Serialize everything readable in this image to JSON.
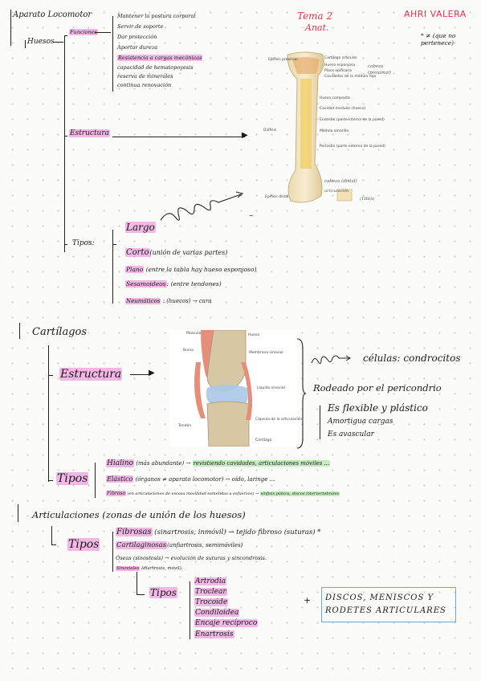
{
  "header": {
    "section_title": "Aparato Locomotor",
    "topic_line1": "Tema 2",
    "topic_line2": "Anat.",
    "author": "AHRI VALERA",
    "note": "≠ (que no pertenece)",
    "note_mark": "*"
  },
  "huesos": {
    "label": "Huesos",
    "funciones_label": "Funciones",
    "funciones": [
      "Mantener la postura corporal",
      "Servir de soporte",
      "Dar protección",
      "Aportar dureza",
      "Resistencia a cargas mecánicas",
      "capacidad de hematopoyesis",
      "reserva de minerales",
      "continua renovación"
    ],
    "estructura_label": "Estructura",
    "tipos_label": "Tipos:",
    "tipos": [
      {
        "name": "Largo",
        "detail": ""
      },
      {
        "name": "Corto",
        "detail": "(unión de varias partes)"
      },
      {
        "name": "Plano",
        "detail": "(entre la tabla hay hueso esponjoso)"
      },
      {
        "name": "Sesamoideos",
        "detail": ": (entre tendones)"
      },
      {
        "name": "Neumáticos",
        "detail": ": (huecos) → cara"
      }
    ],
    "tilde_mark": "~",
    "bone_labels": {
      "epifisis_prox": "Epífisis proximal",
      "diafisis": "Diáfisis",
      "epifisis_dist": "Epífisis distal",
      "cartilago": "Cartílago articular",
      "hueso_esponjoso": "Hueso esponjoso",
      "placa": "Placa epifisaria",
      "cavidades": "Cavidades de la médula roja",
      "compacto": "Hueso compacto",
      "cavidad": "Cavidad medular (hueco)",
      "endostio": "Endostio (parte interna de la pared)",
      "medula_amarilla": "Médula amarilla",
      "periostio": "Periostio (parte externa de la pared)",
      "cabeza": "cabeza",
      "proximal": "(proximal)",
      "cabeza_dist": "cabeza (distal)",
      "tibia": "(TIBIA)",
      "articulacion": "articulación"
    }
  },
  "cartilagos": {
    "title": "Cartílagos",
    "estructura_label": "Estructura",
    "tipos_label": "Tipos",
    "celulas": "células: condrocitos",
    "rodeado": "Rodeado por el pericondrio",
    "props": [
      "Es flexible y plástico",
      "Amortigua cargas",
      "Es avascular"
    ],
    "knee_labels": {
      "musculo": "Músculo",
      "hueso": "Hueso",
      "bursa": "Bursa",
      "membrana": "Membrana sinovial",
      "liquido": "Líquido sinovial",
      "tendon": "Tendón",
      "capsula": "Cápsula de la articulación",
      "cartilago": "Cartílago"
    },
    "tipos": [
      {
        "name": "Hialino",
        "detail": "(más abundante) → ",
        "hl": "revistiendo cavidades, articulaciones móviles ..."
      },
      {
        "name": "Elástico",
        "detail": "(órganos ≠ aparato locomotor) → oído, laringe ...",
        "hl": ""
      },
      {
        "name": "Fibroso",
        "detail": "(en articulaciones de escasa movilidad sometidas a esfuerzos) → ",
        "hl": "sínfisis púbica, discos intervertebrales"
      }
    ]
  },
  "articulaciones": {
    "title": "Articulaciones (zonas de unión de los huesos)",
    "tipos_label": "Tipos",
    "tipos": [
      {
        "name": "Fibrosas",
        "detail": "(sinartrosis, inmóvil) → tejido fibroso (suturas) *"
      },
      {
        "name": "Cartilaginosas",
        "detail": "(anfiartrosis, semimóviles)"
      },
      {
        "name": "Óseas",
        "detail": "(sinostosis) → evolución de suturas y sincondrosis."
      },
      {
        "name": "Sinoviales",
        "detail": "(diartrosis, móvil)."
      }
    ],
    "subtipos_label": "Tipos",
    "subtipos": [
      "Artrodia",
      "Troclear",
      "Trocoide",
      "Condiloidea",
      "Encaje recíproco",
      "Enartrosis"
    ],
    "plus": "+",
    "box_line1": "DISCOS, MENISCOS Y",
    "box_line2": "RODETES ARTICULARES"
  },
  "colors": {
    "highlight_pink": "#e564cd",
    "highlight_green": "#96e18c",
    "red_ink": "#e0364b",
    "box_blue": "#6aa8e0"
  }
}
